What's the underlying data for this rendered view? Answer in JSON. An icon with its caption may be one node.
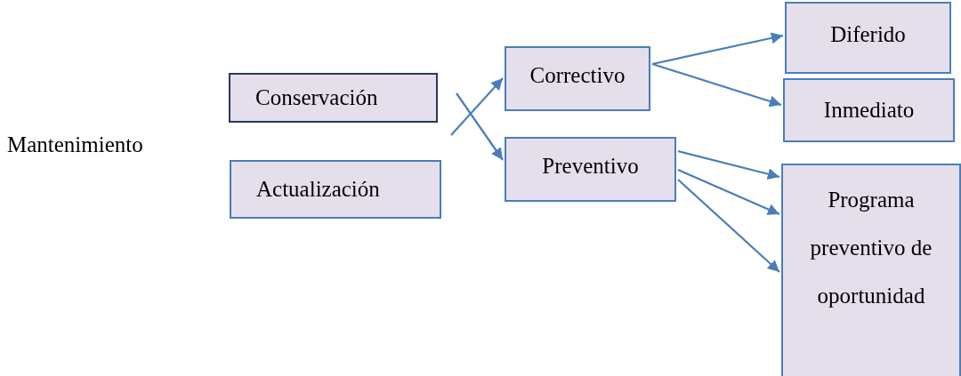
{
  "diagram": {
    "nodes": [
      {
        "text": [
          "Conservación"
        ]
      },
      {
        "text": [
          "Actualización"
        ]
      },
      {
        "text": [
          "Correctivo"
        ]
      },
      {
        "text": [
          "Preventivo"
        ]
      },
      {
        "text": [
          "Diferido"
        ]
      },
      {
        "text": [
          "Inmediato"
        ]
      },
      {
        "text": [
          "Programa preventivo de oportunidad"
        ]
      }
    ],
    "edges": [
      {
        "from": null,
        "to": 2,
        "arrow": "to"
      },
      {
        "from": null,
        "to": 3,
        "arrow": "to"
      },
      {
        "from": 2,
        "to": 4,
        "arrow": "to"
      },
      {
        "from": 2,
        "to": 5,
        "arrow": "to"
      },
      {
        "from": 3,
        "to": 6,
        "arrow": "to"
      },
      {
        "from": 3,
        "to": 6,
        "arrow": "to"
      },
      {
        "from": 3,
        "to": 6,
        "arrow": "to"
      }
    ],
    "labels": [
      "Mantenimiento"
    ]
  }
}
